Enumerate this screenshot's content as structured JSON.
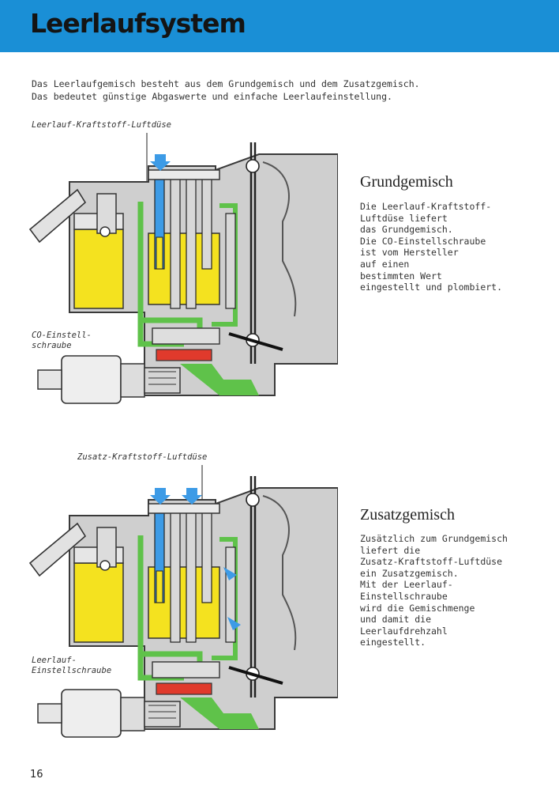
{
  "header": {
    "title": "Leerlaufsystem"
  },
  "intro": {
    "line1": "Das Leerlaufgemisch besteht aus dem Grundgemisch und dem Zusatzgemisch.",
    "line2": "Das bedeutet günstige Abgaswerte und einfache Leerlaufeinstellung."
  },
  "figure1": {
    "label_jet": "Leerlauf-Kraftstoff-Luftdüse",
    "label_screw_line1": "CO-Einstell-",
    "label_screw_line2": "schraube",
    "title": "Grundgemisch",
    "text": [
      "Die Leerlauf-Kraftstoff-",
      "Luftdüse liefert",
      "das Grundgemisch.",
      "Die CO-Einstellschraube",
      "ist vom Hersteller",
      "auf einen",
      "bestimmten Wert",
      "eingestellt und plombiert."
    ]
  },
  "figure2": {
    "label_jet": "Zusatz-Kraftstoff-Luftdüse",
    "label_screw_line1": "Leerlauf-",
    "label_screw_line2": "Einstellschraube",
    "title": "Zusatzgemisch",
    "text": [
      "Zusätzlich zum Grundgemisch",
      "liefert die",
      "Zusatz-Kraftstoff-Luftdüse",
      "ein Zusatzgemisch.",
      "Mit der Leerlauf-",
      "Einstellschraube",
      "wird die Gemischmenge",
      "und damit die",
      "Leerlaufdrehzahl",
      "eingestellt."
    ]
  },
  "colors": {
    "header": "#1a8fd6",
    "fuel": "#f4e21f",
    "mixture": "#5fc24a",
    "air": "#3d9be6",
    "screw": "#e03a2c",
    "body": "#c9c9c9"
  },
  "page": {
    "number": "16"
  }
}
